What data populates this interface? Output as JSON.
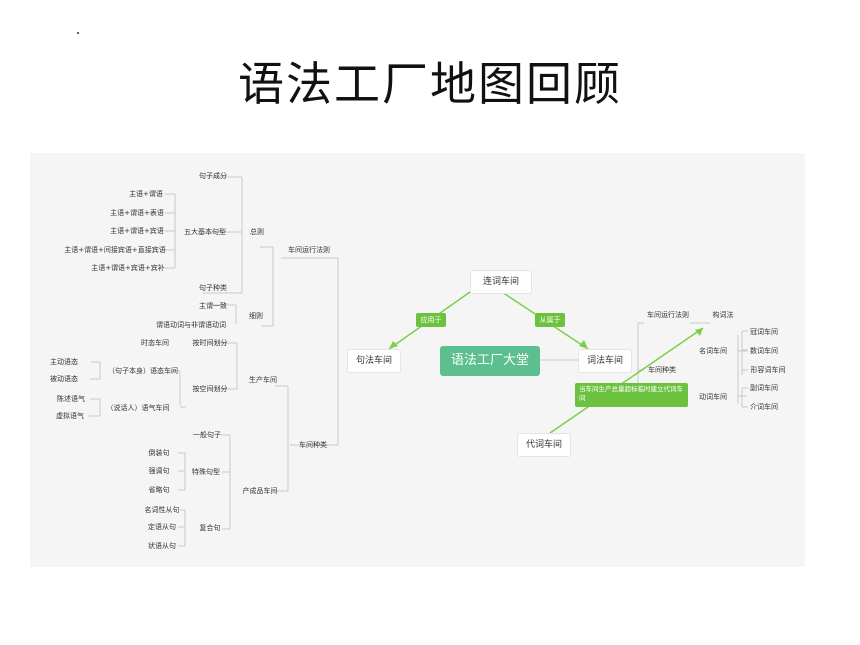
{
  "title": "语法工厂地图回顾",
  "center": "语法工厂大堂",
  "top_node": "连词车间",
  "left_node": "句法车间",
  "right_node": "词法车间",
  "bottom_node": "代词车间",
  "edge_left": "应用于",
  "edge_right": "从属于",
  "note": "当车间生产总量超标临时建立代词车间",
  "labels": {
    "jzcf": "句子成分",
    "s1": "主语+谓语",
    "s2": "主语+谓语+表语",
    "s3": "主语+谓语+宾语",
    "s4": "主语+谓语+间接宾语+直接宾语",
    "s5": "主语+谓语+宾语+宾补",
    "wdjbjx": "五大基本句型",
    "zongze": "总则",
    "jzzl": "句子种类",
    "zwyz": "主谓一致",
    "xize": "细则",
    "fjdc": "谓语动词与非谓语动词",
    "cjyxfz": "车间运行法则",
    "sjs": "时态车间",
    "asjhf": "按时间划分",
    "zdyt": "主动语态",
    "bdyt": "被动语态",
    "jzbs": "（句子本身）语态车间",
    "cjyq": "陈述语气",
    "xnyq": "虚拟语气",
    "shr": "（说话人）语气车间",
    "akjhf": "按空间划分",
    "sccj": "生产车间",
    "cjzl": "车间种类",
    "ybjz": "一般句子",
    "dzj": "倒装句",
    "qdj": "强调句",
    "slj": "省略句",
    "tsjx": "特殊句型",
    "mcxcj": "名词性从句",
    "dycj": "定语从句",
    "zycj": "状语从句",
    "fhj": "复合句",
    "ccpcj": "产成品车间",
    "r_cjyxfz": "车间运行法则",
    "gcf": "构词法",
    "r_cjzl": "车间种类",
    "mccj": "名词车间",
    "gcj": "冠词车间",
    "scj": "数词车间",
    "xrccj": "形容词车间",
    "dccj": "动词车间",
    "fccj": "副词车间",
    "jccj": "介词车间"
  }
}
